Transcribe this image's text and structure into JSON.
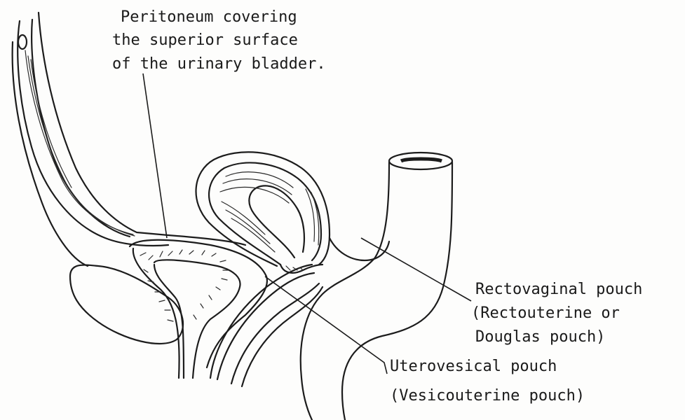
{
  "labels": {
    "peritoneum": {
      "lines": [
        "Peritoneum covering",
        "the superior surface",
        "of the urinary bladder."
      ]
    },
    "rectovaginal": {
      "lines": [
        "Rectovaginal pouch",
        "(Rectouterine or",
        "Douglas pouch)"
      ]
    },
    "uterovesical": {
      "lines": [
        "Uterovesical pouch",
        "(Vesicouterine pouch)"
      ]
    }
  },
  "colors": {
    "ink": "#1c1c1c",
    "paper": "#fdfdfc"
  }
}
